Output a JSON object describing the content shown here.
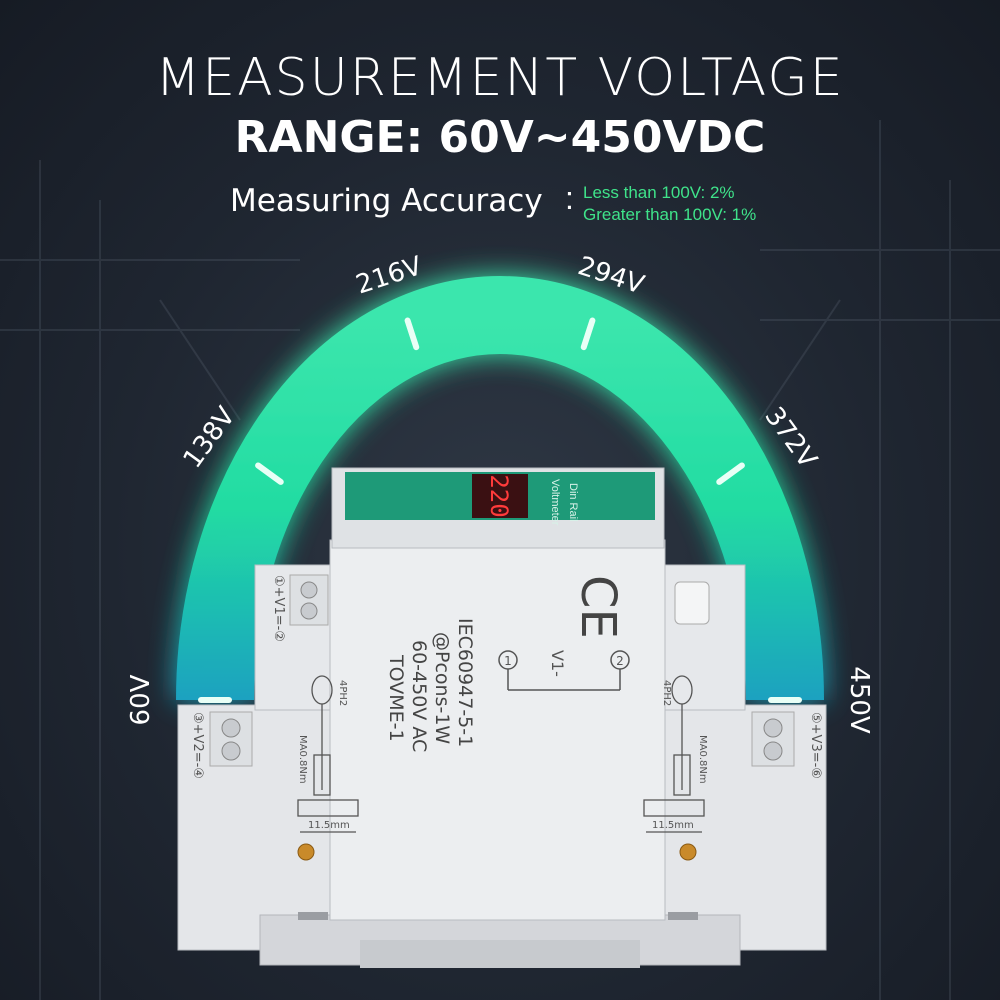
{
  "header": {
    "title_line1": "MEASUREMENT VOLTAGE",
    "title_line2": "RANGE: 60V~450VDC"
  },
  "accuracy": {
    "label": "Measuring Accuracy",
    "colon": ":",
    "lines": [
      "Less than 100V: 2%",
      "Greater than 100V: 1%"
    ]
  },
  "gauge": {
    "ticks": [
      "60V",
      "138V",
      "216V",
      "294V",
      "372V",
      "450V"
    ],
    "gradient_colors": [
      "#1aa8c8",
      "#22e6a8",
      "#3ef0b4"
    ]
  },
  "device": {
    "display_value": "220",
    "top_label_1": "Din Rail",
    "top_label_2": "Voltmeter",
    "model": "TOVME-1",
    "range": "60-450V AC",
    "power": "@Pcons-1W",
    "standard": "IEC60947-5-1",
    "circuit_label": "V1-",
    "terminal_top_left": "①+V1=-②",
    "terminal_bottom_left": "③+V2=-④",
    "terminal_bottom_right": "⑤+V3=-⑥",
    "torque": "MA0.8Nm",
    "screw_type": "4PH2",
    "strip_length": "11.5mm",
    "ce_mark": "CE"
  }
}
